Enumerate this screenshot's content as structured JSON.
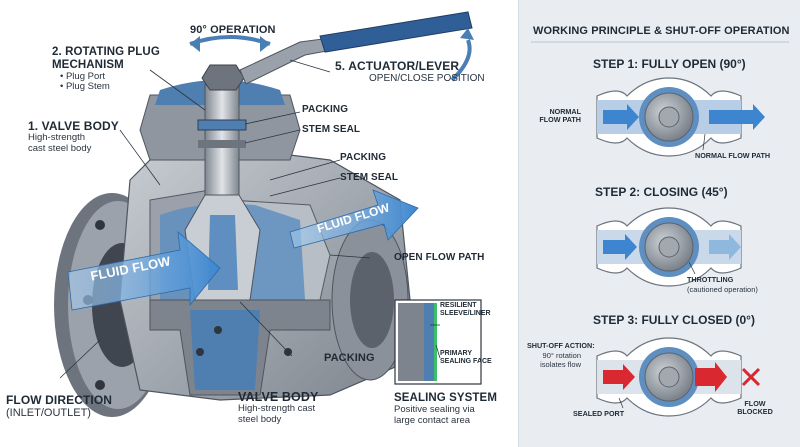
{
  "left": {
    "operation_label": "90° OPERATION",
    "rotating_plug": {
      "title": "2. ROTATING PLUG MECHANISM",
      "bullets": [
        "Plug Port",
        "Plug Stem"
      ]
    },
    "actuator": {
      "title": "5. ACTUATOR/LEVER",
      "sub": "OPEN/CLOSE POSITION"
    },
    "valve_body_top": {
      "title": "1. VALVE BODY",
      "sub1": "High-strength",
      "sub2": "cast steel body"
    },
    "packing_1": "PACKING",
    "stem_seal_1": "STEM SEAL",
    "packing_2": "PACKING",
    "stem_seal_2": "STEM SEAL",
    "fluid_flow_left": "FLUID FLOW",
    "fluid_flow_right": "FLUID FLOW",
    "open_flow_path": "OPEN FLOW PATH",
    "resilient": "RESILIENT SLEEVE/LINER",
    "primary": "PRIMARY SEALING FACE",
    "packing_3": "PACKING",
    "flow_direction": {
      "title": "FLOW DIRECTION",
      "sub": "(INLET/OUTLET)"
    },
    "valve_body_bottom": {
      "title": "VALVE BODY",
      "sub1": "High-strength cast",
      "sub2": "steel body"
    },
    "sealing_system": {
      "title": "SEALING SYSTEM",
      "sub1": "Positive sealing via",
      "sub2": "large contact area"
    }
  },
  "right": {
    "title": "WORKING PRINCIPLE & SHUT-OFF OPERATION",
    "step1": {
      "title": "STEP 1: FULLY OPEN (90°)",
      "left_label": "NORMAL FLOW PATH",
      "right_label": "NORMAL FLOW PATH"
    },
    "step2": {
      "title": "STEP 2: CLOSING (45°)",
      "label": "THROTTLING",
      "sub": "(cautioned operation)"
    },
    "step3": {
      "title": "STEP 3: FULLY CLOSED (0°)",
      "action_title": "SHUT-OFF ACTION:",
      "action_sub": "90° rotation isolates flow",
      "sealed_port": "SEALED PORT",
      "flow_blocked": "FLOW BLOCKED"
    }
  },
  "colors": {
    "steel_dark": "#5f6670",
    "steel": "#9aa1aa",
    "steel_light": "#c9ced4",
    "blue": "#4f7fb0",
    "blue_light": "#8fb8de",
    "flow_blue": "#4a8fd0",
    "lever_blue": "#2f5f96",
    "red": "#d9282f",
    "green": "#3bbf6a"
  },
  "icons": [
    "rotation-arrow-icon",
    "curved-arrow-icon",
    "fluid-flow-arrow-icon",
    "red-x-icon"
  ]
}
